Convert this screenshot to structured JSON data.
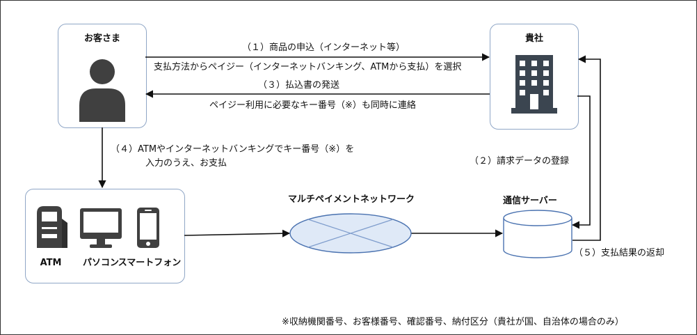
{
  "nodes": {
    "customer": "お客さま",
    "company": "貴社",
    "atm": "ATM",
    "pc": "パソコン",
    "smartphone": "スマートフォン",
    "network": "マルチペイメントネットワーク",
    "server": "通信サーバー"
  },
  "steps": {
    "s1_line1": "（１）商品の申込（インターネット等）",
    "s1_line2": "支払方法からペイジー（インターネットバンキング、ATMから支払）を選択",
    "s3_line1": "（３）払込書の発送",
    "s3_line2": "ペイジー利用に必要なキー番号（※）も同時に連絡",
    "s4_line1": "（４）ATMやインターネットバンキングでキー番号（※）を",
    "s4_line2": "入力のうえ、お支払",
    "s2": "（２）請求データの登録",
    "s5": "（５）支払結果の返却"
  },
  "footnote": "※収納機関番号、お客様番号、確認番号、納付区分（貴社が国、自治体の場合のみ）",
  "colors": {
    "box_border": "#8fa6c6",
    "icon_dark": "#404040",
    "building": "#3b4550",
    "network_fill": "#dfe9f7",
    "network_stroke": "#4a72b0"
  }
}
